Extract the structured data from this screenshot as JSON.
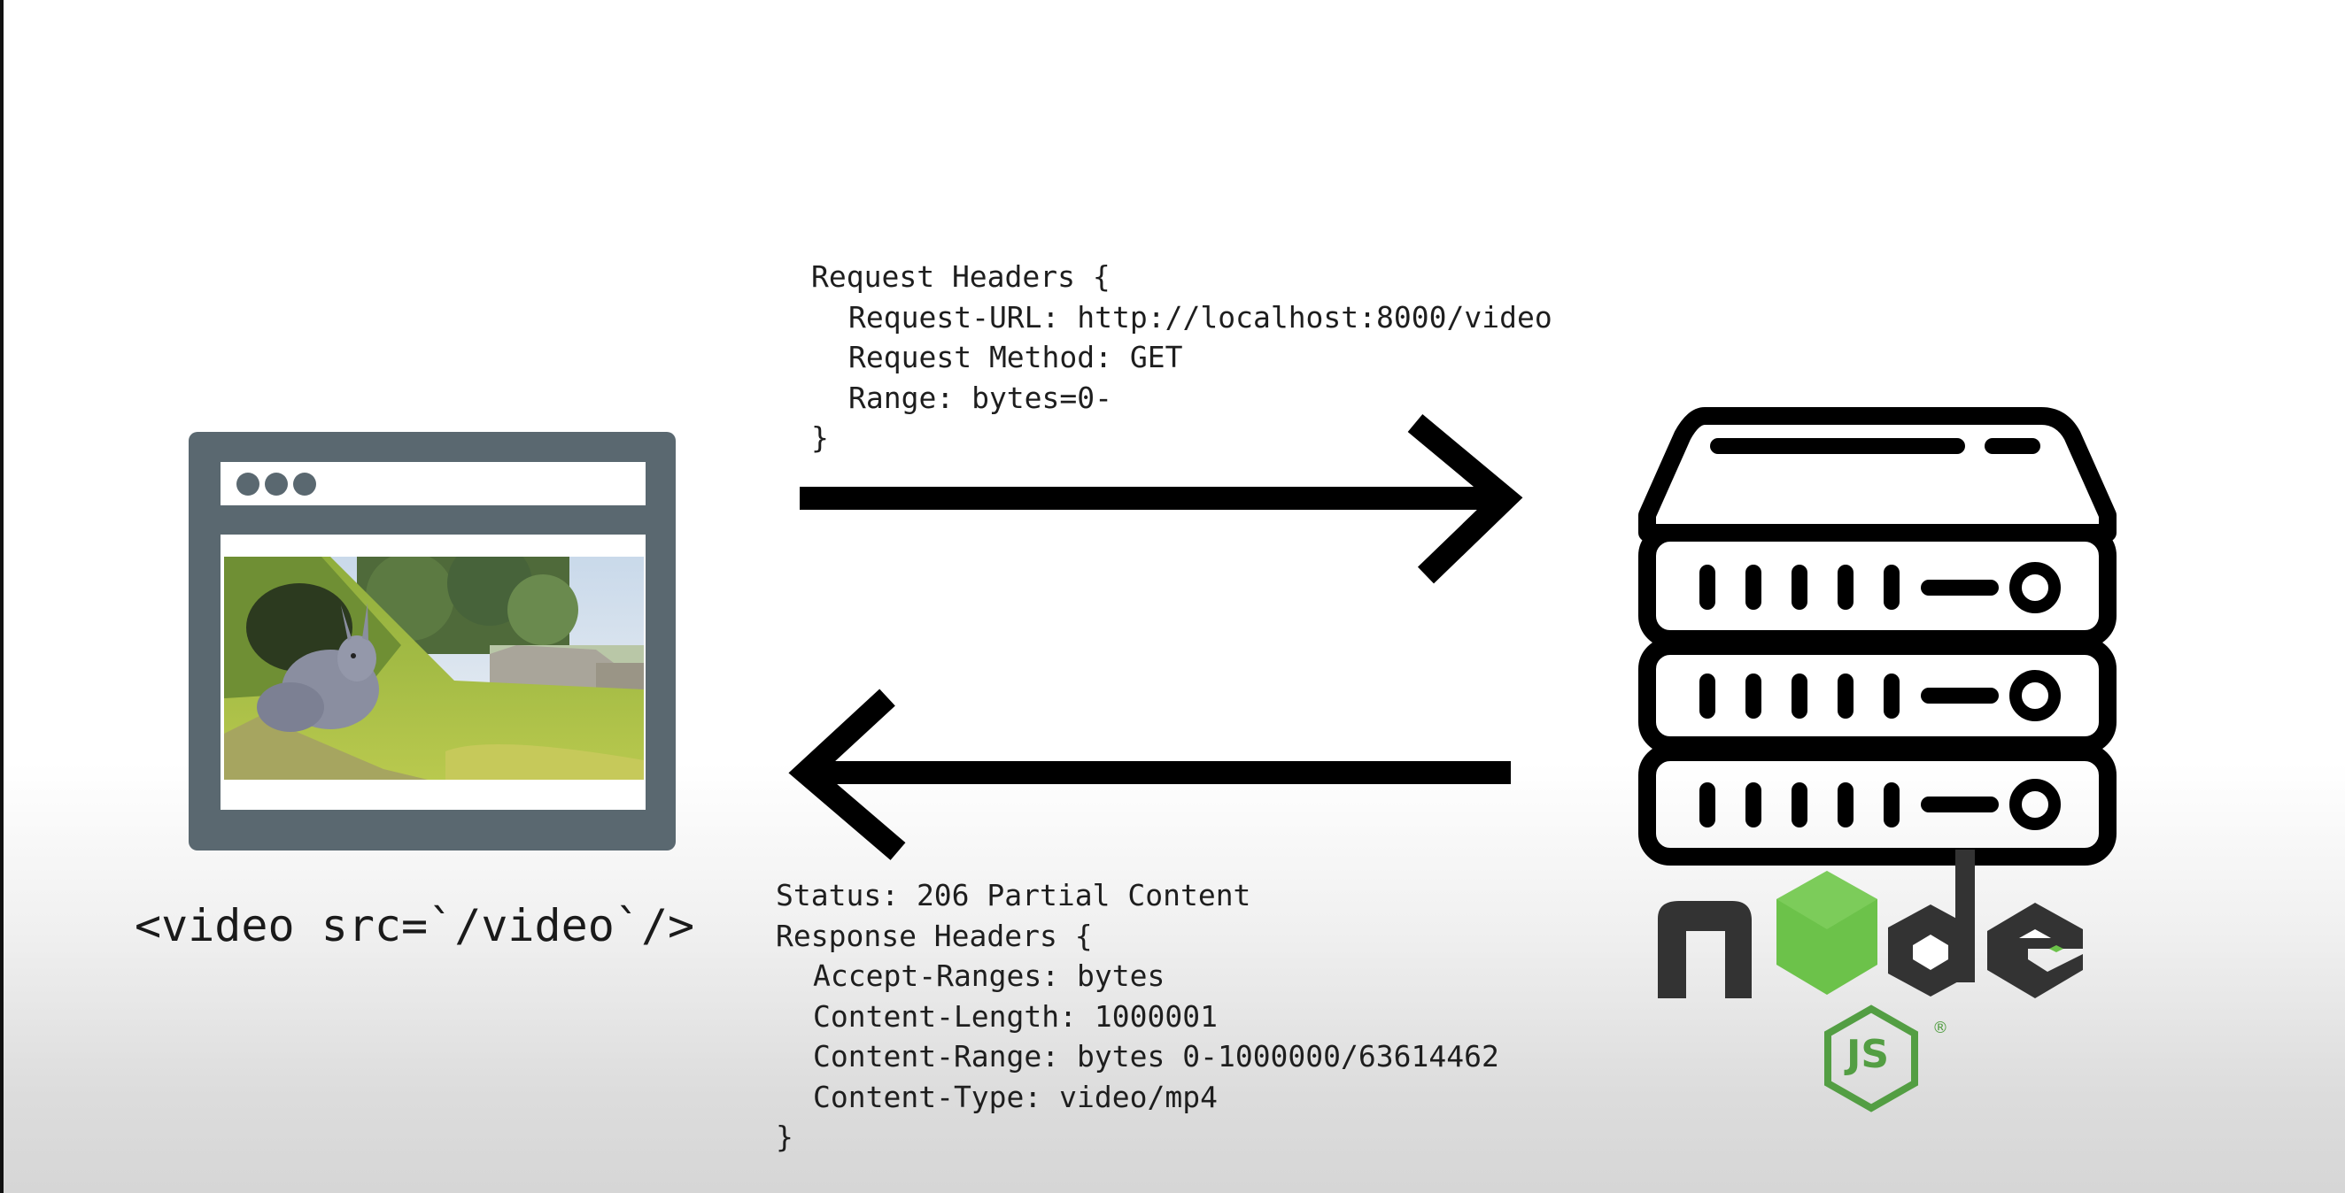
{
  "request": {
    "open": "Request Headers {",
    "lines": [
      "Request-URL: http://localhost:8000/video",
      "Request Method: GET",
      "Range: bytes=0-"
    ],
    "close": "}"
  },
  "response": {
    "status": "Status: 206 Partial Content",
    "open": "Response Headers {",
    "lines": [
      "Accept-Ranges: bytes",
      "Content-Length: 1000001",
      "Content-Range: bytes 0-1000000/63614462",
      "Content-Type: video/mp4"
    ],
    "close": "}"
  },
  "client": {
    "caption": "<video src=`/video`/>"
  },
  "server": {
    "logo_text": "node",
    "logo_badge": "JS",
    "trademark": "®"
  },
  "colors": {
    "browser_frame": "#5a6870",
    "arrow": "#000000",
    "node_dark": "#333333",
    "node_green": "#6cc24a",
    "js_green": "#539e43"
  }
}
